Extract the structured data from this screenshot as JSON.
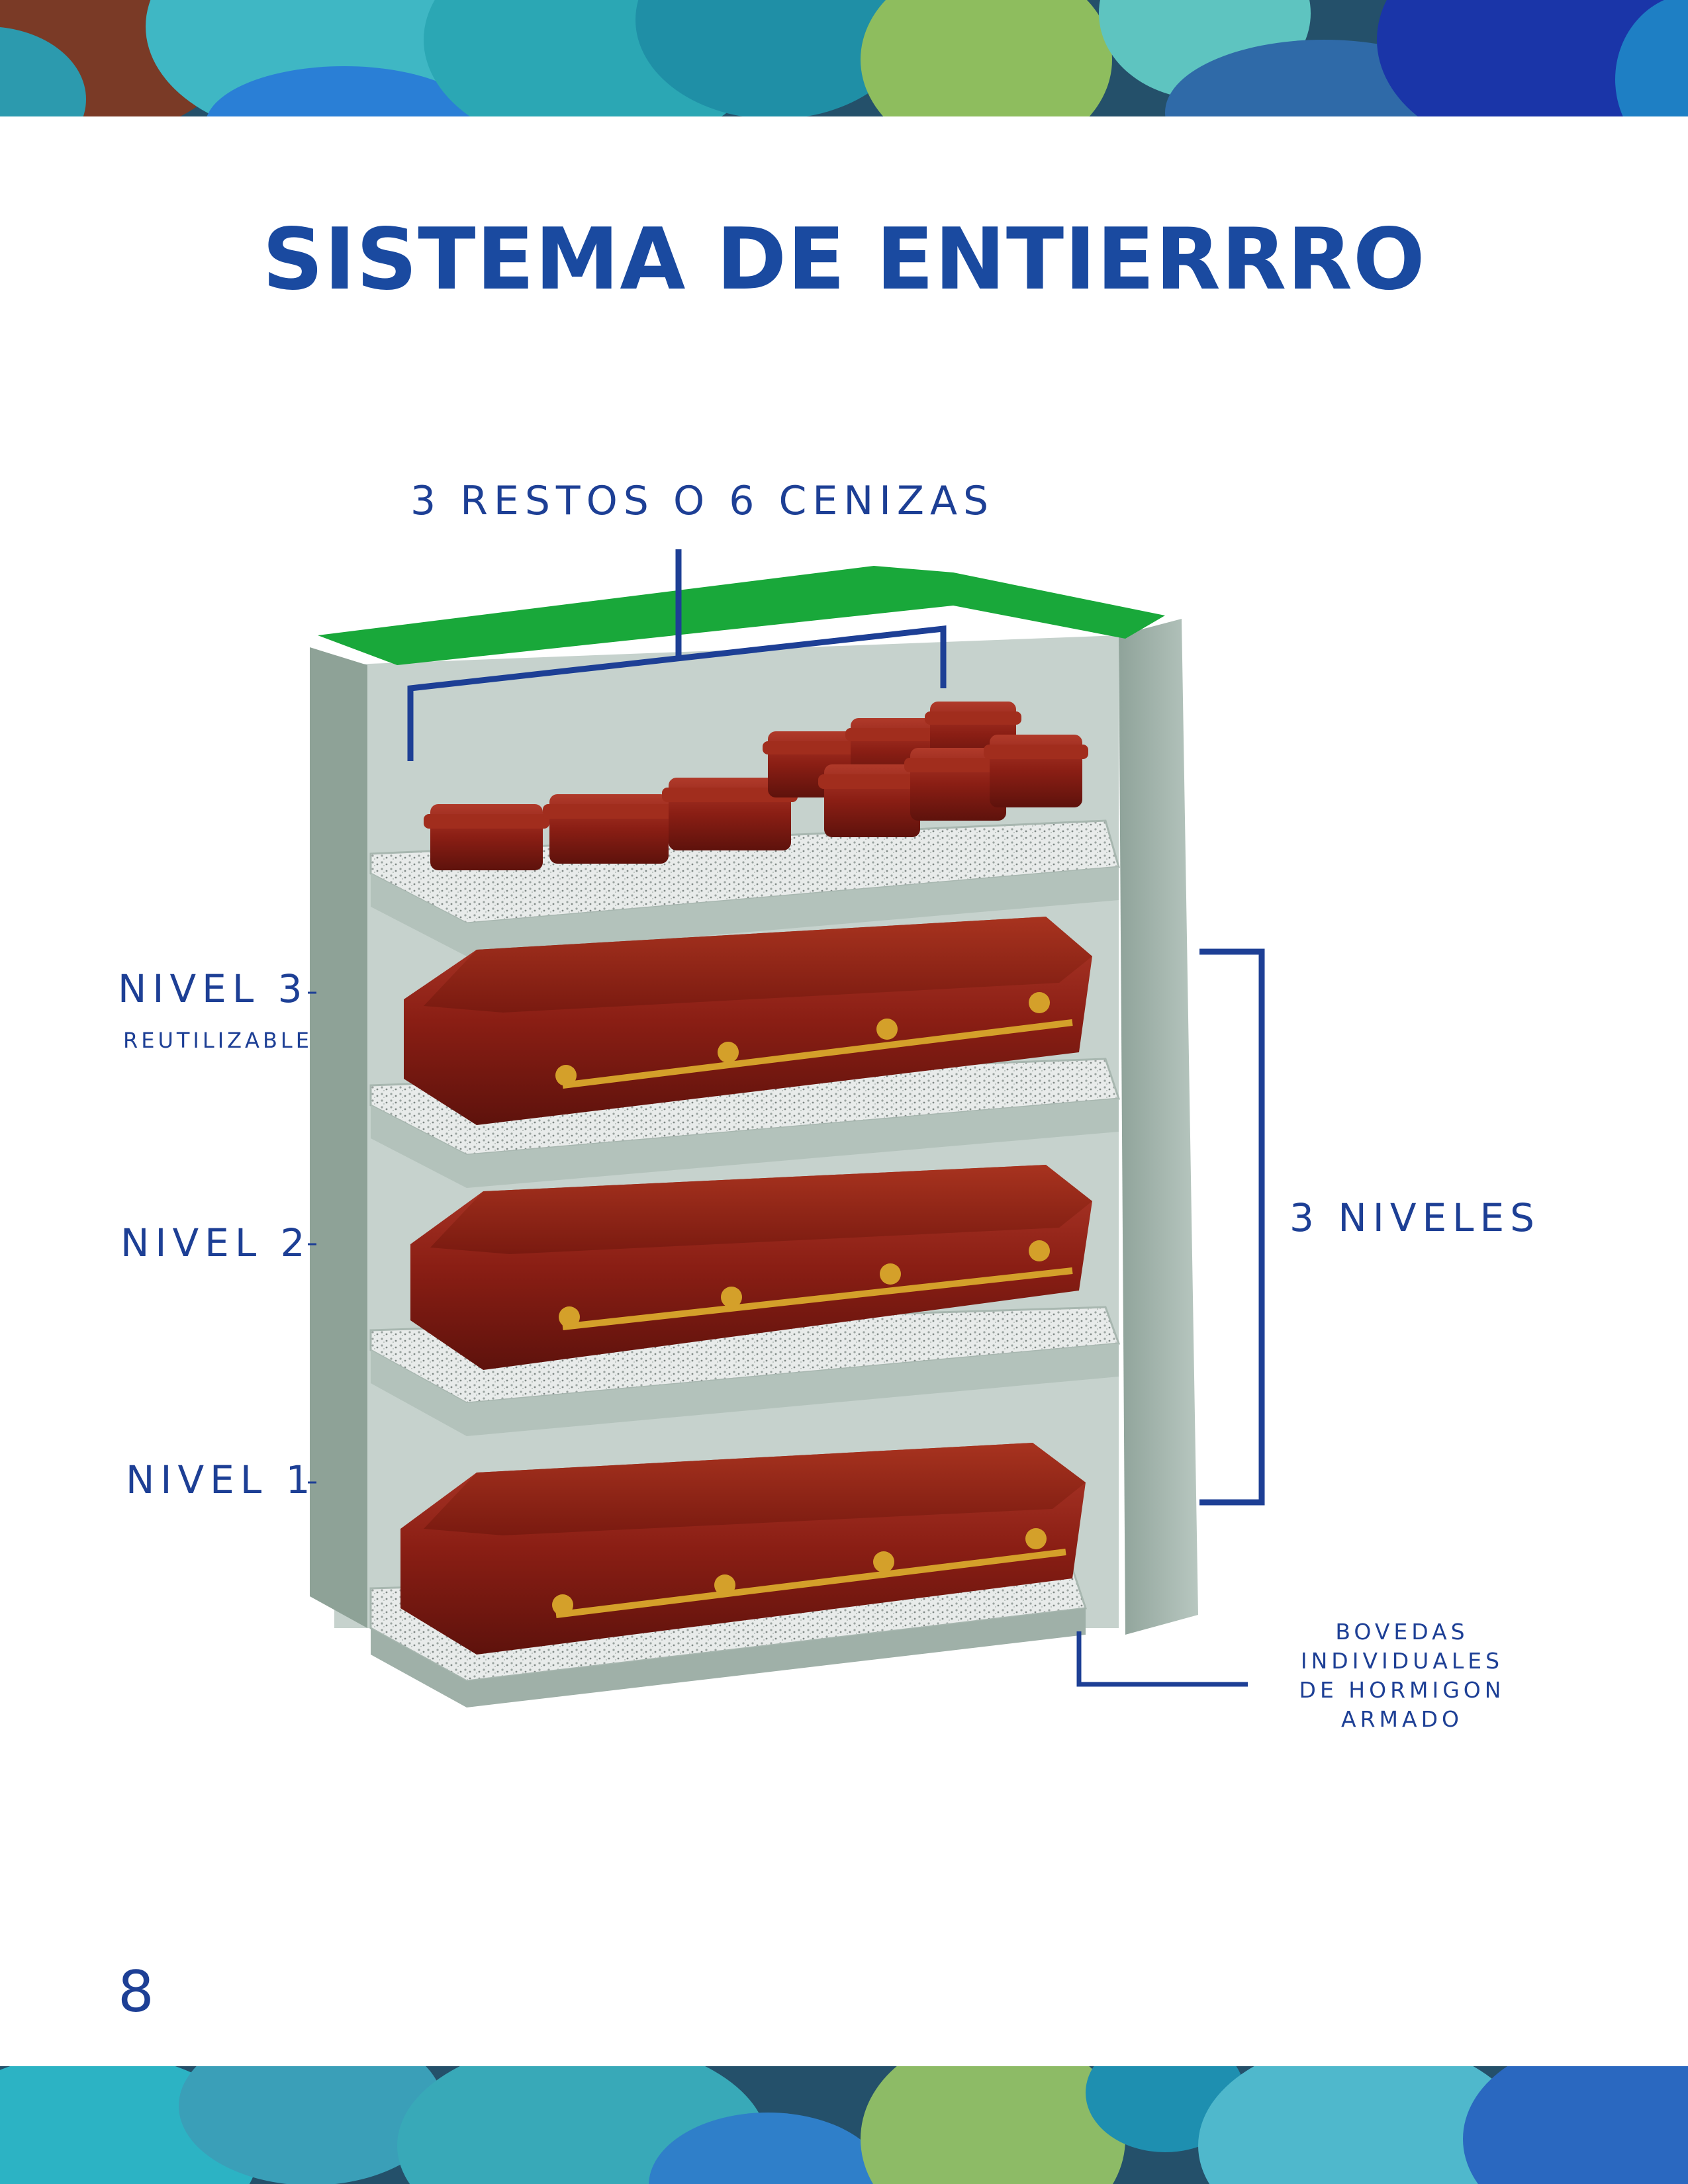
{
  "title": "SISTEMA DE ENTIERRRO",
  "labels": {
    "top_capacity": "3 RESTOS O 6 CENIZAS",
    "level_3": "NIVEL 3",
    "level_3_note": "REUTILIZABLE",
    "level_2": "NIVEL 2",
    "level_1": "NIVEL 1",
    "levels_total": "3 NIVELES",
    "vaults": [
      "BOVEDAS",
      "INDIVIDUALES",
      "DE HORMIGON",
      "ARMADO"
    ]
  },
  "page_number": "8",
  "colors": {
    "brand_blue": "#1d3f95",
    "concrete": "#a9b9b1",
    "grass": "#19a83a",
    "wood": "#8a1e14",
    "brass": "#d4a02a"
  }
}
